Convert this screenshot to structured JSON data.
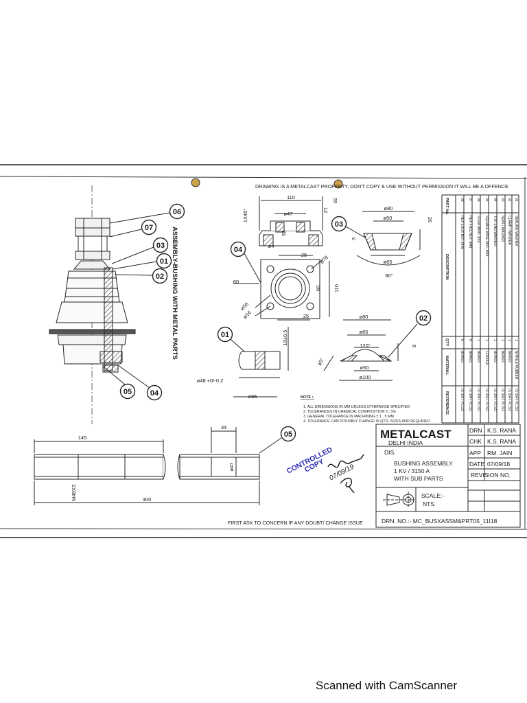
{
  "header": {
    "notice": "DRAWING IS A METALCAST PROPERTY, DON'T COPY & USE WITHOUT PERMISSION IT WILL BE A OFFENCE"
  },
  "footer": {
    "note": "FIRST ASK TO CONCERN IF ANY DOUBT/ CHANGE ISSUE",
    "scanner_mark": "Scanned with CamScanner"
  },
  "assembly": {
    "title": "ASSEMBLY-BUSHING WITH METAL PARTS",
    "balloons": [
      "06",
      "07",
      "03",
      "01",
      "02",
      "05",
      "04"
    ]
  },
  "part04": {
    "balloon": "04",
    "dims": {
      "width": "110",
      "height_a": "39",
      "height_b": "12",
      "bore": "ø47",
      "depth": "32",
      "chamfer": "1X45°",
      "hole": "ø4",
      "pcd": "ø78",
      "pitch": "25",
      "side": "60",
      "side_b": "60",
      "overall": "110",
      "pitch_b": "25",
      "outer": "ø56",
      "holes": "ø16"
    }
  },
  "part03": {
    "balloon": "03",
    "dims": {
      "top": "ø80",
      "mid": "ø50",
      "height": "26",
      "lip": "3",
      "base": "ø65",
      "angle": "90°"
    }
  },
  "part02": {
    "balloon": "02",
    "dims": {
      "outer": "ø80",
      "mid": "ø65",
      "angle_top": "120°",
      "angle_side": "45°",
      "thk": "8",
      "bore": "ø50",
      "base": "ø100"
    }
  },
  "part01": {
    "balloon": "01",
    "dims": {
      "height": "18±0.5",
      "dia": "ø48 +0/-0.2",
      "base": "ø65"
    }
  },
  "part05": {
    "balloon": "05",
    "dims": {
      "thread_len": "145",
      "total": "300",
      "thread": "M48X3",
      "sleeve": "34",
      "bore": "ø47"
    }
  },
  "notes": {
    "heading": "NOTE :-",
    "items": [
      "1.  ALL DIMENSIONS IN MM UNLESS OTHERWISE SPECIFIED",
      "2.  TOLERANCES IN CHEMICAL COMPOSITION 0 , 5%",
      "3.  GENERAL TOLERANCE IN MACHINING ± 1 , 5 MM",
      "4.  TOLERANCE CAN POSSIBLY CHANGE IN QTD, SIZES AND REQUIRED"
    ]
  },
  "stamp": {
    "line1": "CONTROLLED",
    "line2": "COPY",
    "date": "07/09/19"
  },
  "parts_list": {
    "headers": {
      "part_no": "PART No.",
      "description": "DESCRIPTION",
      "qty": "QTY",
      "material": "MATERIAL",
      "reference": "REFERENCE"
    },
    "rows": [
      {
        "part_no": "01",
        "description": "SEALING WASHER",
        "qty": "1",
        "material": "NITRILE RUBBER",
        "reference": "IS 3347 PL.5/2"
      },
      {
        "part_no": "02",
        "description": "CLAMP / WASHER",
        "qty": "1",
        "material": "BRASS",
        "reference": "IS 3347 PL.5/2"
      },
      {
        "part_no": "03",
        "description": "SEAT / WASHER",
        "qty": "1",
        "material": "BRASS",
        "reference": "IS 3347 PL.5/2"
      },
      {
        "part_no": "04",
        "description": "TOP END WASHER",
        "qty": "1",
        "material": "BRASS",
        "reference": "IS 3347 PL.5/2"
      },
      {
        "part_no": "05",
        "description": "SQUARE BASE NUT, M48",
        "qty": "1",
        "material": "COPPER",
        "reference": "IS 3347 PL.5/2"
      },
      {
        "part_no": "06",
        "description": "STEM (M48, 300)",
        "qty": "1",
        "material": "BRASS",
        "reference": "IS 3347 PL.5/2"
      },
      {
        "part_no": "07",
        "description": "HEX FULL NUT, M48",
        "qty": "8",
        "material": "BRASS",
        "reference": "IS 3347 PL.5/2"
      },
      {
        "part_no": "08",
        "description": "HEX LOCK NUT, M48",
        "qty": "8",
        "material": "BRASS",
        "reference": "IS 3347 PL.5/2"
      }
    ]
  },
  "title_block": {
    "company": "METALCAST",
    "location": "DELHI INDIA",
    "dis_label": "DIS.",
    "title1": "BUSHING ASSEMBLY",
    "title2": "1 KV / 3150 A",
    "title3": "WITH SUB PARTS",
    "drn_label": "DRN",
    "drn": "K.S. RANA",
    "chk_label": "CHK",
    "chk": "K.S. RANA",
    "app_label": "APP",
    "app": "RM. JAIN",
    "date_label": "DATE",
    "date": "07/09/18",
    "revision_label": "REVISION NO.",
    "scale_label": "SCALE:-",
    "scale": "NTS",
    "drawing_no": "DRN. NO.:- MC_BUSXASSM&PRT05_11I18"
  }
}
